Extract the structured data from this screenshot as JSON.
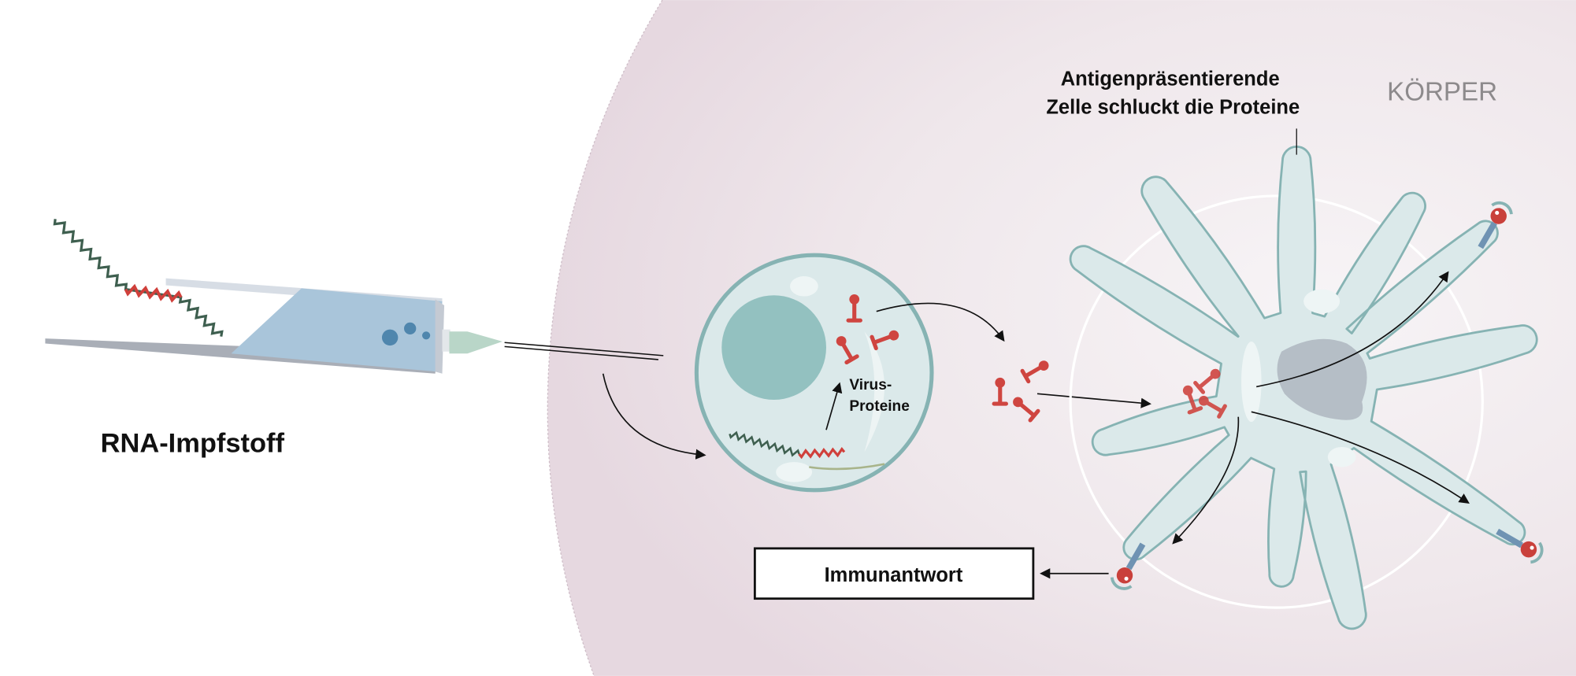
{
  "labels": {
    "rna_vaccine": "RNA-Impfstoff",
    "virus_proteins_line1": "Virus-",
    "virus_proteins_line2": "Proteine",
    "apc_line1": "Antigenpräsentierende",
    "apc_line2": "Zelle schluckt die Proteine",
    "body": "KÖRPER",
    "immune_response": "Immunantwort"
  },
  "colors": {
    "body_region": "#ebe0e6",
    "cell_fill": "#dbe9ea",
    "cell_stroke": "#86b3b3",
    "nucleus": "#93c1c0",
    "rna_green": "#3e5f4f",
    "rna_red": "#d0403b",
    "protein": "#cf4540",
    "vaccine_liquid": "#a9c5da",
    "syringe_frame": "#b9bfc8"
  }
}
